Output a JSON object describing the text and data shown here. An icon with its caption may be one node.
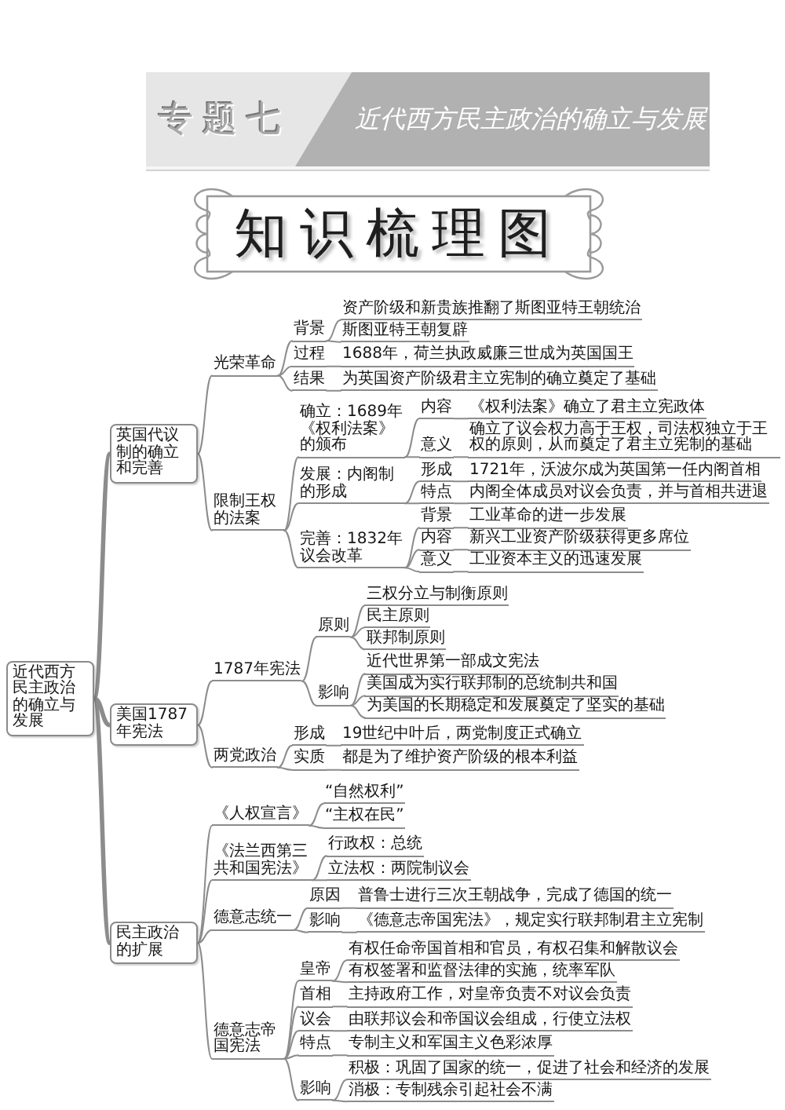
{
  "diagram": {
    "nodes": [
      {
        "text": [
          "专题七"
        ]
      },
      {
        "text": [
          "近代西方民主政治的确立与发展"
        ]
      },
      {
        "text": [
          "知识梳理图"
        ]
      },
      {
        "text": [
          "近代西方民主政治的确立与发展"
        ]
      },
      {
        "text": [
          "英国代议制的确立和完善"
        ]
      },
      {
        "text": [
          "光荣革命"
        ]
      },
      {
        "text": [
          "背景"
        ]
      },
      {
        "text": [
          "资产阶级和新贵族推翻了斯图亚特王朝统治"
        ]
      },
      {
        "text": [
          "斯图亚特王朝复辟"
        ]
      },
      {
        "text": [
          "过程"
        ]
      },
      {
        "text": [
          "1688年，荷兰执政威廉三世成为英国国王"
        ]
      },
      {
        "text": [
          "结果"
        ]
      },
      {
        "text": [
          "为英国资产阶级君主立宪制的确立奠定了基础"
        ]
      },
      {
        "text": [
          "限制王权的法案"
        ]
      },
      {
        "text": [
          "确立：1689年《权利法案》的颁布"
        ]
      },
      {
        "text": [
          "内容"
        ]
      },
      {
        "text": [
          "《权利法案》确立了君主立宪政体"
        ]
      },
      {
        "text": [
          "意义"
        ]
      },
      {
        "text": [
          "确立了议会权力高于王权，司法权独立于王权的原则，从而奠定了君主立宪制的基础"
        ]
      },
      {
        "text": [
          "发展：内阁制的形成"
        ]
      },
      {
        "text": [
          "形成"
        ]
      },
      {
        "text": [
          "1721年，沃波尔成为英国第一任内阁首相"
        ]
      },
      {
        "text": [
          "特点"
        ]
      },
      {
        "text": [
          "内阁全体成员对议会负责，并与首相共进退"
        ]
      },
      {
        "text": [
          "完善：1832年议会改革"
        ]
      },
      {
        "text": [
          "背景"
        ]
      },
      {
        "text": [
          "工业革命的进一步发展"
        ]
      },
      {
        "text": [
          "内容"
        ]
      },
      {
        "text": [
          "新兴工业资产阶级获得更多席位"
        ]
      },
      {
        "text": [
          "意义"
        ]
      },
      {
        "text": [
          "工业资本主义的迅速发展"
        ]
      },
      {
        "text": [
          "美国1787年宪法"
        ]
      },
      {
        "text": [
          "1787年宪法"
        ]
      },
      {
        "text": [
          "原则"
        ]
      },
      {
        "text": [
          "三权分立与制衡原则"
        ]
      },
      {
        "text": [
          "民主原则"
        ]
      },
      {
        "text": [
          "联邦制原则"
        ]
      },
      {
        "text": [
          "影响"
        ]
      },
      {
        "text": [
          "近代世界第一部成文宪法"
        ]
      },
      {
        "text": [
          "美国成为实行联邦制的总统制共和国"
        ]
      },
      {
        "text": [
          "为美国的长期稳定和发展奠定了坚实的基础"
        ]
      },
      {
        "text": [
          "两党政治"
        ]
      },
      {
        "text": [
          "形成"
        ]
      },
      {
        "text": [
          "19世纪中叶后，两党制度正式确立"
        ]
      },
      {
        "text": [
          "实质"
        ]
      },
      {
        "text": [
          "都是为了维护资产阶级的根本利益"
        ]
      },
      {
        "text": [
          "民主政治的扩展"
        ]
      },
      {
        "text": [
          "《人权宣言》"
        ]
      },
      {
        "text": [
          "“自然权利”"
        ]
      },
      {
        "text": [
          "“主权在民”"
        ]
      },
      {
        "text": [
          "《法兰西第三共和国宪法》"
        ]
      },
      {
        "text": [
          "行政权：总统"
        ]
      },
      {
        "text": [
          "立法权：两院制议会"
        ]
      },
      {
        "text": [
          "德意志统一"
        ]
      },
      {
        "text": [
          "原因"
        ]
      },
      {
        "text": [
          "普鲁士进行三次王朝战争，完成了德国的统一"
        ]
      },
      {
        "text": [
          "影响"
        ]
      },
      {
        "text": [
          "《德意志帝国宪法》，规定实行联邦制君主立宪制"
        ]
      },
      {
        "text": [
          "德意志帝国宪法"
        ]
      },
      {
        "text": [
          "皇帝"
        ]
      },
      {
        "text": [
          "有权任命帝国首相和官员，有权召集和解散议会"
        ]
      },
      {
        "text": [
          "有权签署和监督法律的实施，统率军队"
        ]
      },
      {
        "text": [
          "首相"
        ]
      },
      {
        "text": [
          "主持政府工作，对皇帝负责不对议会负责"
        ]
      },
      {
        "text": [
          "议会"
        ]
      },
      {
        "text": [
          "由联邦议会和帝国议会组成，行使立法权"
        ]
      },
      {
        "text": [
          "特点"
        ]
      },
      {
        "text": [
          "专制主义和军国主义色彩浓厚"
        ]
      },
      {
        "text": [
          "影响"
        ]
      },
      {
        "text": [
          "积极：巩固了国家的统一，促进了社会和经济的发展"
        ]
      },
      {
        "text": [
          "消极：专制残余引起社会不满"
        ]
      }
    ],
    "edges": [
      {
        "from": 3,
        "to": 4,
        "arrow": "none",
        "style": "thick"
      },
      {
        "from": 4,
        "to": 5,
        "arrow": "none"
      },
      {
        "from": 5,
        "to": 6,
        "arrow": "none"
      },
      {
        "from": 6,
        "to": 7,
        "arrow": "none"
      },
      {
        "from": 6,
        "to": 8,
        "arrow": "none"
      },
      {
        "from": 5,
        "to": 9,
        "arrow": "none"
      },
      {
        "from": 9,
        "to": 10,
        "arrow": "none"
      },
      {
        "from": 5,
        "to": 11,
        "arrow": "none"
      },
      {
        "from": 11,
        "to": 12,
        "arrow": "none"
      },
      {
        "from": 4,
        "to": 13,
        "arrow": "none"
      },
      {
        "from": 13,
        "to": 14,
        "arrow": "none"
      },
      {
        "from": 14,
        "to": 15,
        "arrow": "none"
      },
      {
        "from": 15,
        "to": 16,
        "arrow": "none"
      },
      {
        "from": 14,
        "to": 17,
        "arrow": "none"
      },
      {
        "from": 17,
        "to": 18,
        "arrow": "none"
      },
      {
        "from": 13,
        "to": 19,
        "arrow": "none"
      },
      {
        "from": 19,
        "to": 20,
        "arrow": "none"
      },
      {
        "from": 20,
        "to": 21,
        "arrow": "none"
      },
      {
        "from": 19,
        "to": 22,
        "arrow": "none"
      },
      {
        "from": 22,
        "to": 23,
        "arrow": "none"
      },
      {
        "from": 13,
        "to": 24,
        "arrow": "none"
      },
      {
        "from": 24,
        "to": 25,
        "arrow": "none"
      },
      {
        "from": 25,
        "to": 26,
        "arrow": "none"
      },
      {
        "from": 24,
        "to": 27,
        "arrow": "none"
      },
      {
        "from": 27,
        "to": 28,
        "arrow": "none"
      },
      {
        "from": 24,
        "to": 29,
        "arrow": "none"
      },
      {
        "from": 29,
        "to": 30,
        "arrow": "none"
      },
      {
        "from": 3,
        "to": 31,
        "arrow": "none",
        "style": "thick"
      },
      {
        "from": 31,
        "to": 32,
        "arrow": "none"
      },
      {
        "from": 32,
        "to": 33,
        "arrow": "none"
      },
      {
        "from": 33,
        "to": 34,
        "arrow": "none"
      },
      {
        "from": 33,
        "to": 35,
        "arrow": "none"
      },
      {
        "from": 33,
        "to": 36,
        "arrow": "none"
      },
      {
        "from": 32,
        "to": 37,
        "arrow": "none"
      },
      {
        "from": 37,
        "to": 38,
        "arrow": "none"
      },
      {
        "from": 37,
        "to": 39,
        "arrow": "none"
      },
      {
        "from": 37,
        "to": 40,
        "arrow": "none"
      },
      {
        "from": 31,
        "to": 41,
        "arrow": "none"
      },
      {
        "from": 41,
        "to": 42,
        "arrow": "none"
      },
      {
        "from": 42,
        "to": 43,
        "arrow": "none"
      },
      {
        "from": 41,
        "to": 44,
        "arrow": "none"
      },
      {
        "from": 44,
        "to": 45,
        "arrow": "none"
      },
      {
        "from": 3,
        "to": 46,
        "arrow": "none",
        "style": "thick"
      },
      {
        "from": 46,
        "to": 47,
        "arrow": "none"
      },
      {
        "from": 47,
        "to": 48,
        "arrow": "none"
      },
      {
        "from": 47,
        "to": 49,
        "arrow": "none"
      },
      {
        "from": 46,
        "to": 50,
        "arrow": "none"
      },
      {
        "from": 50,
        "to": 51,
        "arrow": "none"
      },
      {
        "from": 50,
        "to": 52,
        "arrow": "none"
      },
      {
        "from": 46,
        "to": 53,
        "arrow": "none"
      },
      {
        "from": 53,
        "to": 54,
        "arrow": "none"
      },
      {
        "from": 54,
        "to": 55,
        "arrow": "none"
      },
      {
        "from": 53,
        "to": 56,
        "arrow": "none"
      },
      {
        "from": 56,
        "to": 57,
        "arrow": "none"
      },
      {
        "from": 46,
        "to": 58,
        "arrow": "none"
      },
      {
        "from": 58,
        "to": 59,
        "arrow": "none"
      },
      {
        "from": 59,
        "to": 60,
        "arrow": "none"
      },
      {
        "from": 59,
        "to": 61,
        "arrow": "none"
      },
      {
        "from": 58,
        "to": 62,
        "arrow": "none"
      },
      {
        "from": 62,
        "to": 63,
        "arrow": "none"
      },
      {
        "from": 58,
        "to": 64,
        "arrow": "none"
      },
      {
        "from": 64,
        "to": 65,
        "arrow": "none"
      },
      {
        "from": 58,
        "to": 66,
        "arrow": "none"
      },
      {
        "from": 66,
        "to": 67,
        "arrow": "none"
      },
      {
        "from": 58,
        "to": 68,
        "arrow": "none"
      },
      {
        "from": 68,
        "to": 69,
        "arrow": "none"
      },
      {
        "from": 68,
        "to": 70,
        "arrow": "none"
      }
    ]
  }
}
